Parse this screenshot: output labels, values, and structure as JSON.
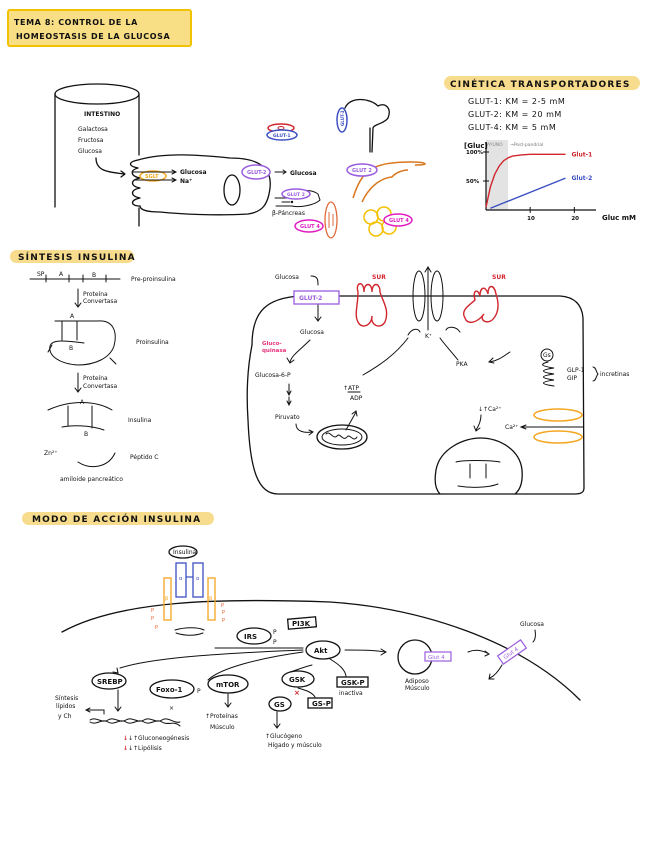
{
  "header": {
    "title_line1": "TEMA 8: CONTROL DE LA",
    "title_line2": "HOMEOSTASIS DE LA GLUCOSA"
  },
  "colors": {
    "highlight": "#F6DC8C",
    "title_box_border": "#F2C100",
    "ink": "#111111",
    "glut_purple": "#9A5CE0",
    "glut_blue": "#3B4FC2",
    "red": "#D0262E",
    "orange": "#F4A621",
    "magenta": "#E21BC1",
    "pink": "#E5327A",
    "brown_orange": "#D9781F",
    "yellow": "#F2C100",
    "shade": "#E3E3E3"
  },
  "intestine": {
    "label": "INTESTINO",
    "sugars": [
      "Galactosa",
      "Fructosa",
      "Glucosa"
    ],
    "sglt": "SGLT",
    "out_glucose": "Glucosa",
    "out_na": "Na⁺",
    "glut2_left": "GLUT-2",
    "arrow_glucose": "Glucosa"
  },
  "tissues": {
    "glut1": "GLUT-1",
    "glut3": "GLUT-3",
    "glut2_liver": "GLUT 2",
    "glut2_beta": "GLUT 2",
    "beta_label": "β-Páncreas",
    "glut4_muscle": "GLUT 4",
    "glut4_adipose": "GLUT 4"
  },
  "kinetics": {
    "title": "CINÉTICA TRANSPORTADORES",
    "lines": [
      "GLUT-1: KM = 2-5 mM",
      "GLUT-2: KM = 20 mM",
      "GLUT-4: KM = 5 mM"
    ]
  },
  "chart_data": {
    "type": "line",
    "title": "",
    "xlabel": "Gluc mM",
    "ylabel": "[Gluc]",
    "x_ticks": [
      "10",
      "20"
    ],
    "y_ticks": [
      "50%",
      "100%"
    ],
    "xlim": [
      0,
      24
    ],
    "ylim": [
      0,
      100
    ],
    "shaded_region": {
      "label": "AYUNO",
      "x_range": [
        0,
        5
      ]
    },
    "annotation": "→Post-pandrial",
    "series": [
      {
        "name": "Glut-1",
        "color": "#D0262E",
        "x": [
          0,
          1,
          2,
          3,
          4,
          5,
          6,
          8,
          10,
          14,
          18
        ],
        "y": [
          5,
          40,
          62,
          76,
          85,
          90,
          93,
          95,
          96,
          96,
          96
        ]
      },
      {
        "name": "Glut-2",
        "color": "#3B4FC2",
        "x": [
          1,
          18
        ],
        "y": [
          3,
          55
        ]
      }
    ]
  },
  "synthesis": {
    "title": "SÍNTESIS INSULINA",
    "preproinsulin": {
      "segments": [
        "SP",
        "A",
        "B"
      ],
      "label": "Pre-proinsulina"
    },
    "enzyme1": [
      "Proteína",
      "Convertasa"
    ],
    "proinsulin": {
      "label": "Proinsulina",
      "chain_a": "A",
      "chain_b": "B",
      "ss": "S"
    },
    "enzyme2": [
      "Proteína",
      "Convertasa"
    ],
    "insulin": {
      "label": "Insulina",
      "chain_a": "A",
      "chain_b": "B",
      "ss": "S"
    },
    "zinc": "Zn²⁺",
    "peptide_c": "Péptido C",
    "amyloid": "amiloide pancreático"
  },
  "beta_cell": {
    "glucose_in": "Glucosa",
    "glut2": "GLUT-2",
    "glucose": "Glucosa",
    "glucokinase": [
      "Gluco-",
      "quinasa"
    ],
    "g6p": "Glucosa-6-P",
    "pyruvate": "Piruvato",
    "atp": "↑ATP",
    "adp": "ADP",
    "sur_left": "SUR",
    "sur_right": "SUR",
    "k": "K⁺",
    "pka": "PKA",
    "gs": "Gs",
    "incretin_receptors": [
      "GLP-1",
      "GIP"
    ],
    "incretins": "incretinas",
    "ca_in": "↓↑Ca²⁺",
    "ca": "Ca²⁺"
  },
  "action": {
    "title": "MODO DE ACCIÓN INSULINA",
    "insulin": "Insulina",
    "alpha": "α",
    "beta": "β",
    "p": "P",
    "irs": "IRS",
    "pi3k": "PI3K",
    "akt": "Akt",
    "srebp": "SREBP",
    "foxo": "Foxo-1",
    "mtor": "mTOR",
    "gsk": "GSK",
    "gskp": "GSK-P",
    "inactive": "inactiva",
    "gs": "GS",
    "gsp": "GS-P",
    "lipid_synth": [
      "Síntesis",
      "lípidos",
      "y Ch"
    ],
    "gluconeo": "↓↑Gluconeogénesis",
    "lipolysis": "↓↑Lipólisis",
    "proteins": [
      "↑Proteínas",
      "Músculo"
    ],
    "glycogen": [
      "↑Glucógeno",
      "Hígado y músculo"
    ],
    "vesicle_glut4": "Glut 4",
    "membrane_glut4": "Glut 4",
    "tissue": [
      "Adiposo",
      "Músculo"
    ],
    "glucose": "Glucosa"
  }
}
